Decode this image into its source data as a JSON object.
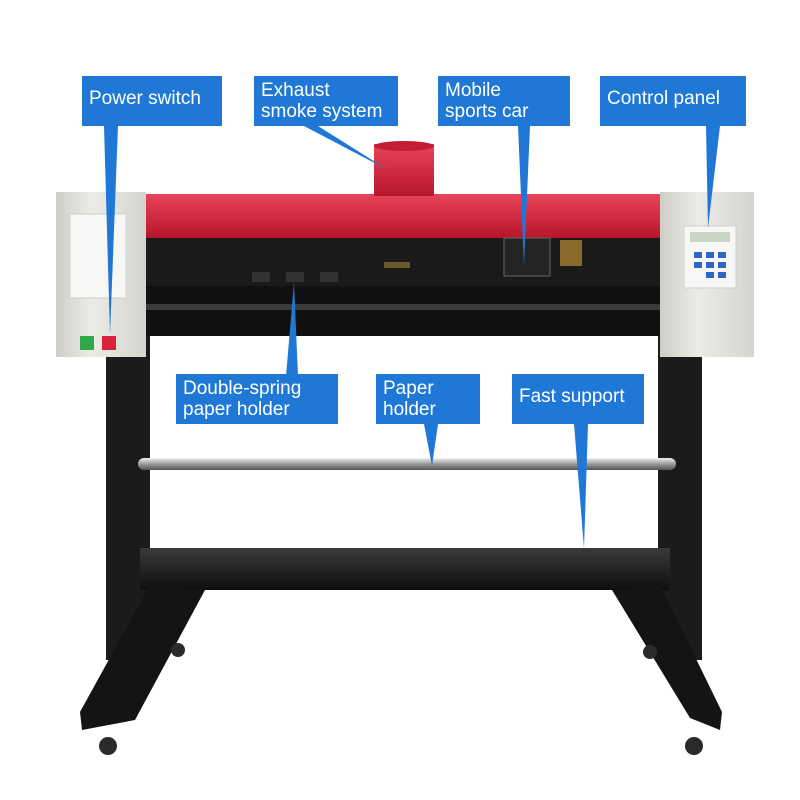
{
  "labels": {
    "power_switch": "Power switch",
    "exhaust_line1": "Exhaust",
    "exhaust_line2": "smoke system",
    "mobile_line1": "Mobile",
    "mobile_line2": "sports car",
    "control_panel": "Control panel",
    "double_spring_line1": "Double-spring",
    "double_spring_line2": "paper holder",
    "paper_holder_line1": "Paper",
    "paper_holder_line2": "holder",
    "fast_support": "Fast support"
  },
  "colors": {
    "callout_blue": "#1f78d6",
    "machine_red": "#d8233a",
    "housing_gray": "#e4e2dd",
    "stand_black": "#1b1b1b"
  }
}
